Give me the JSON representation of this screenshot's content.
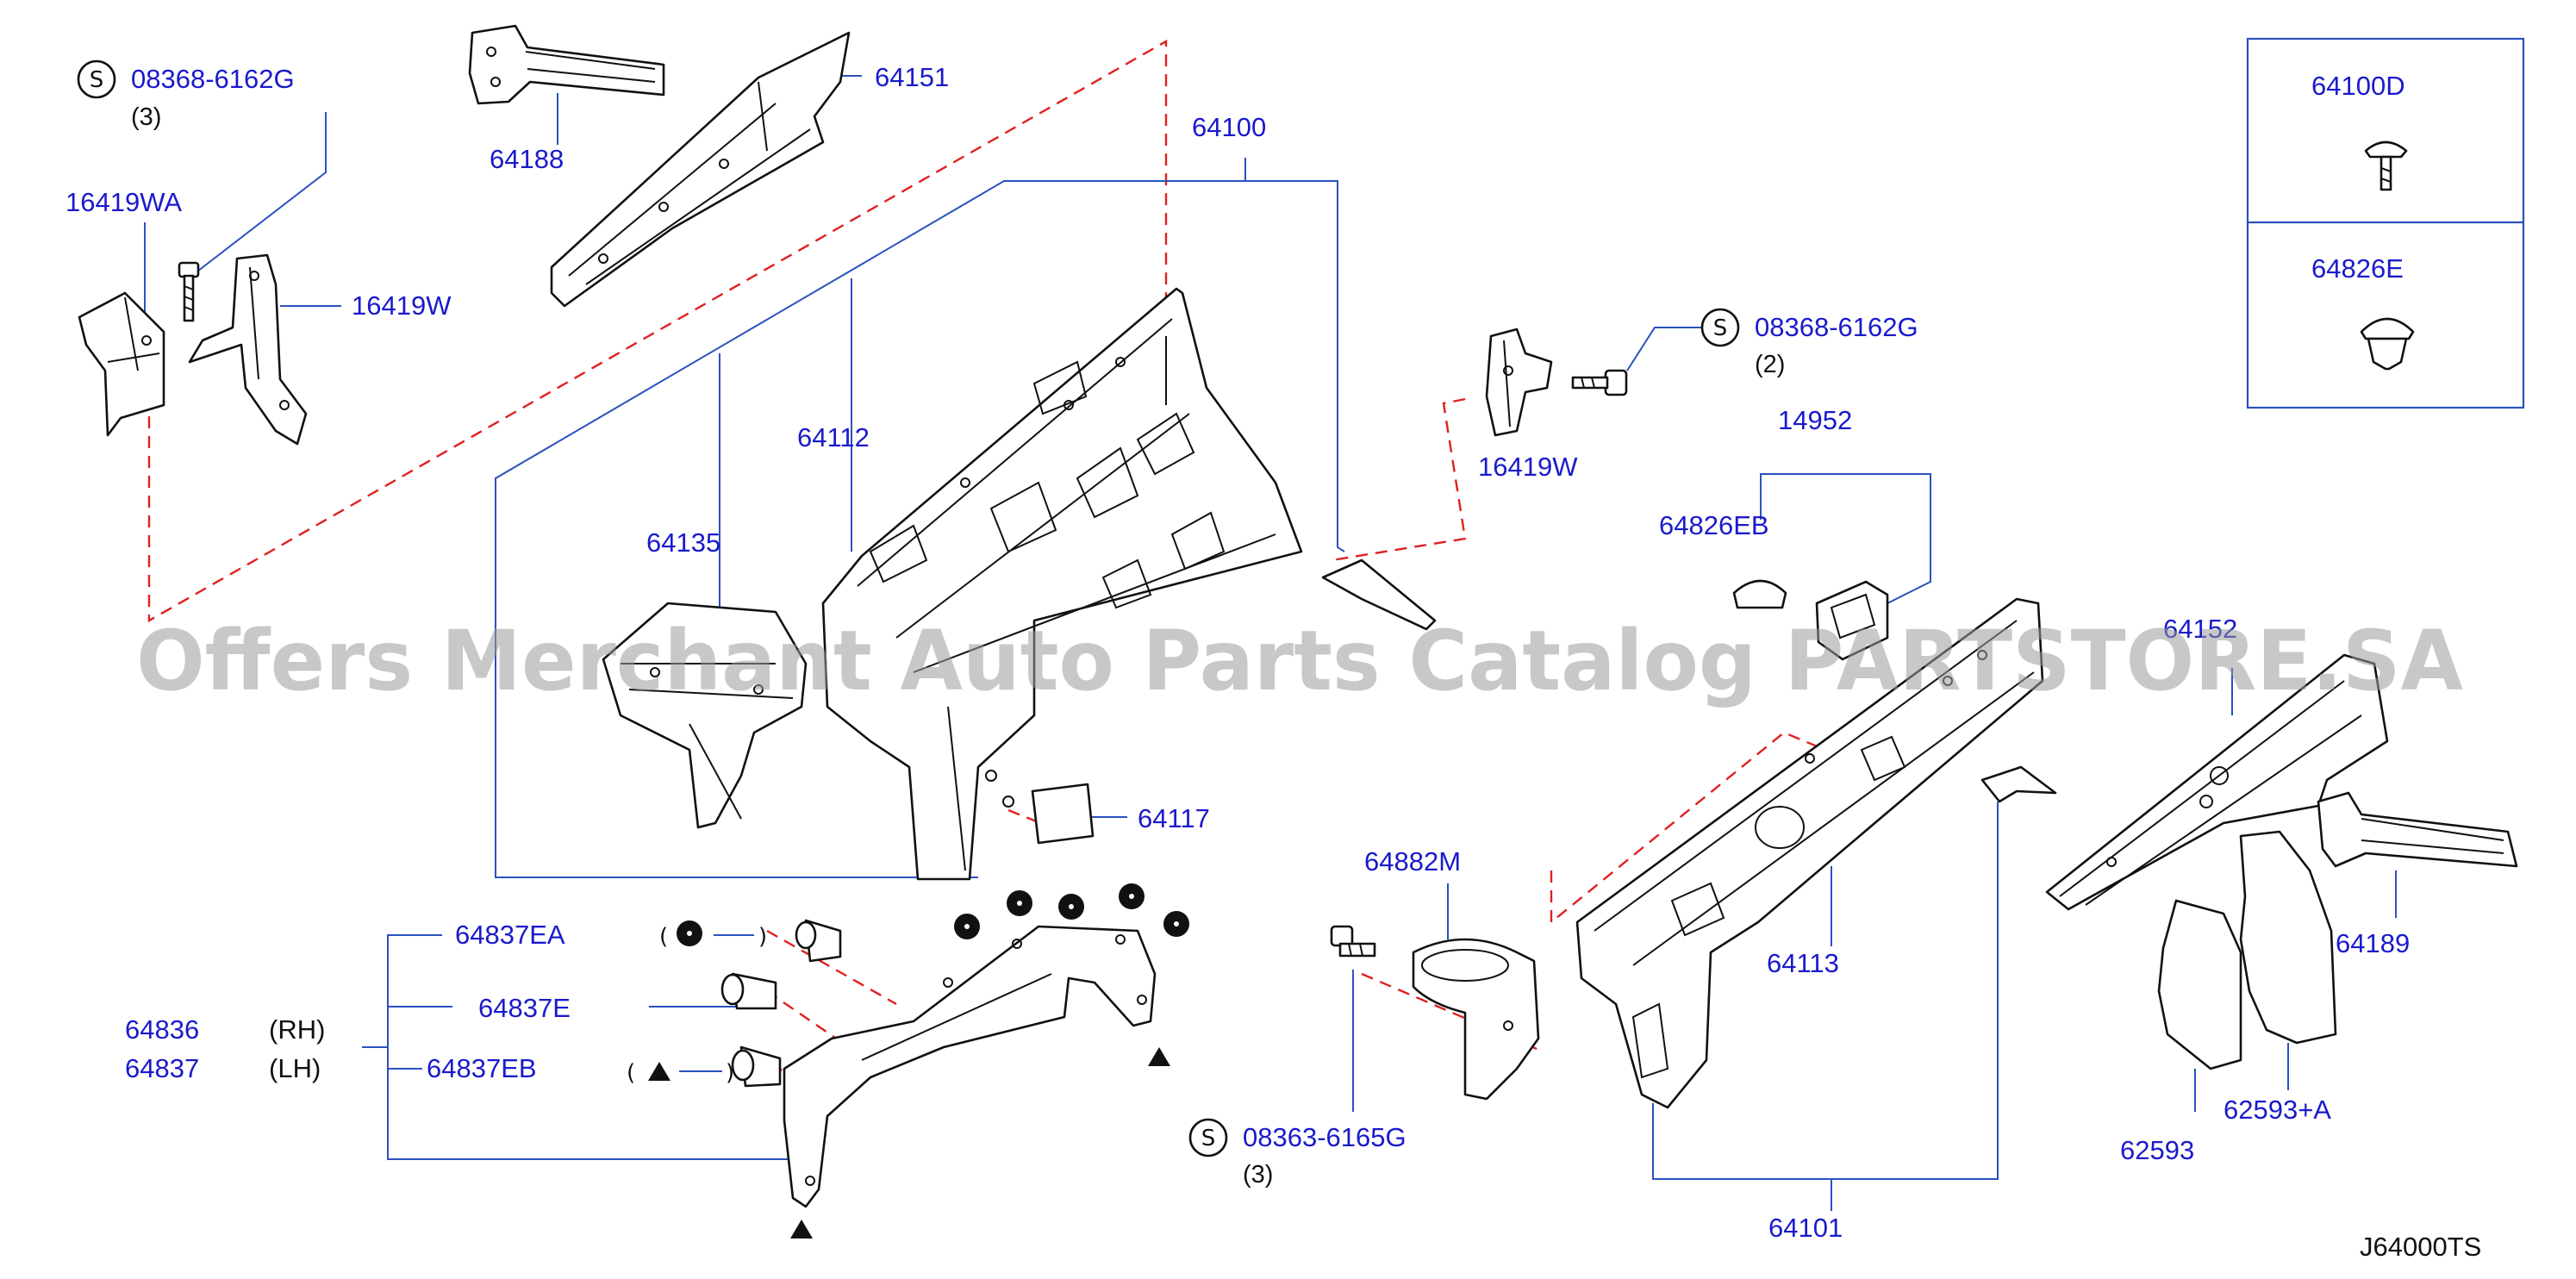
{
  "diagram_code": "J64000TS",
  "watermark": "Offers Merchant Auto Parts Catalog PARTSTORE.SA",
  "screw_symbol": "S",
  "callouts": {
    "c64151": "64151",
    "c64188": "64188",
    "c64100": "64100",
    "c64112": "64112",
    "c64135": "64135",
    "c64117": "64117",
    "c16419wa": "16419WA",
    "c16419w_left": "16419W",
    "c16419w_right": "16419W",
    "c14952": "14952",
    "c64826eb": "64826EB",
    "c64152": "64152",
    "c64113": "64113",
    "c64101": "64101",
    "c64189": "64189",
    "c62593": "62593",
    "c62593a": "62593+A",
    "c64882m": "64882M",
    "c64837ea": "64837EA",
    "c64837e": "64837E",
    "c64837eb": "64837EB",
    "c64836": "64836",
    "c64837": "64837"
  },
  "screws": {
    "top_left": {
      "part": "08368-6162G",
      "qty": "(3)"
    },
    "mid_right": {
      "part": "08368-6162G",
      "qty": "(2)"
    },
    "bottom": {
      "part": "08363-6165G",
      "qty": "(3)"
    }
  },
  "sides": {
    "rh": "(RH)",
    "lh": "(LH)"
  },
  "inset_box": {
    "top_part": "64100D",
    "bottom_part": "64826E"
  },
  "clip_marks": {
    "open_paren": "(",
    "close_paren": ")"
  }
}
